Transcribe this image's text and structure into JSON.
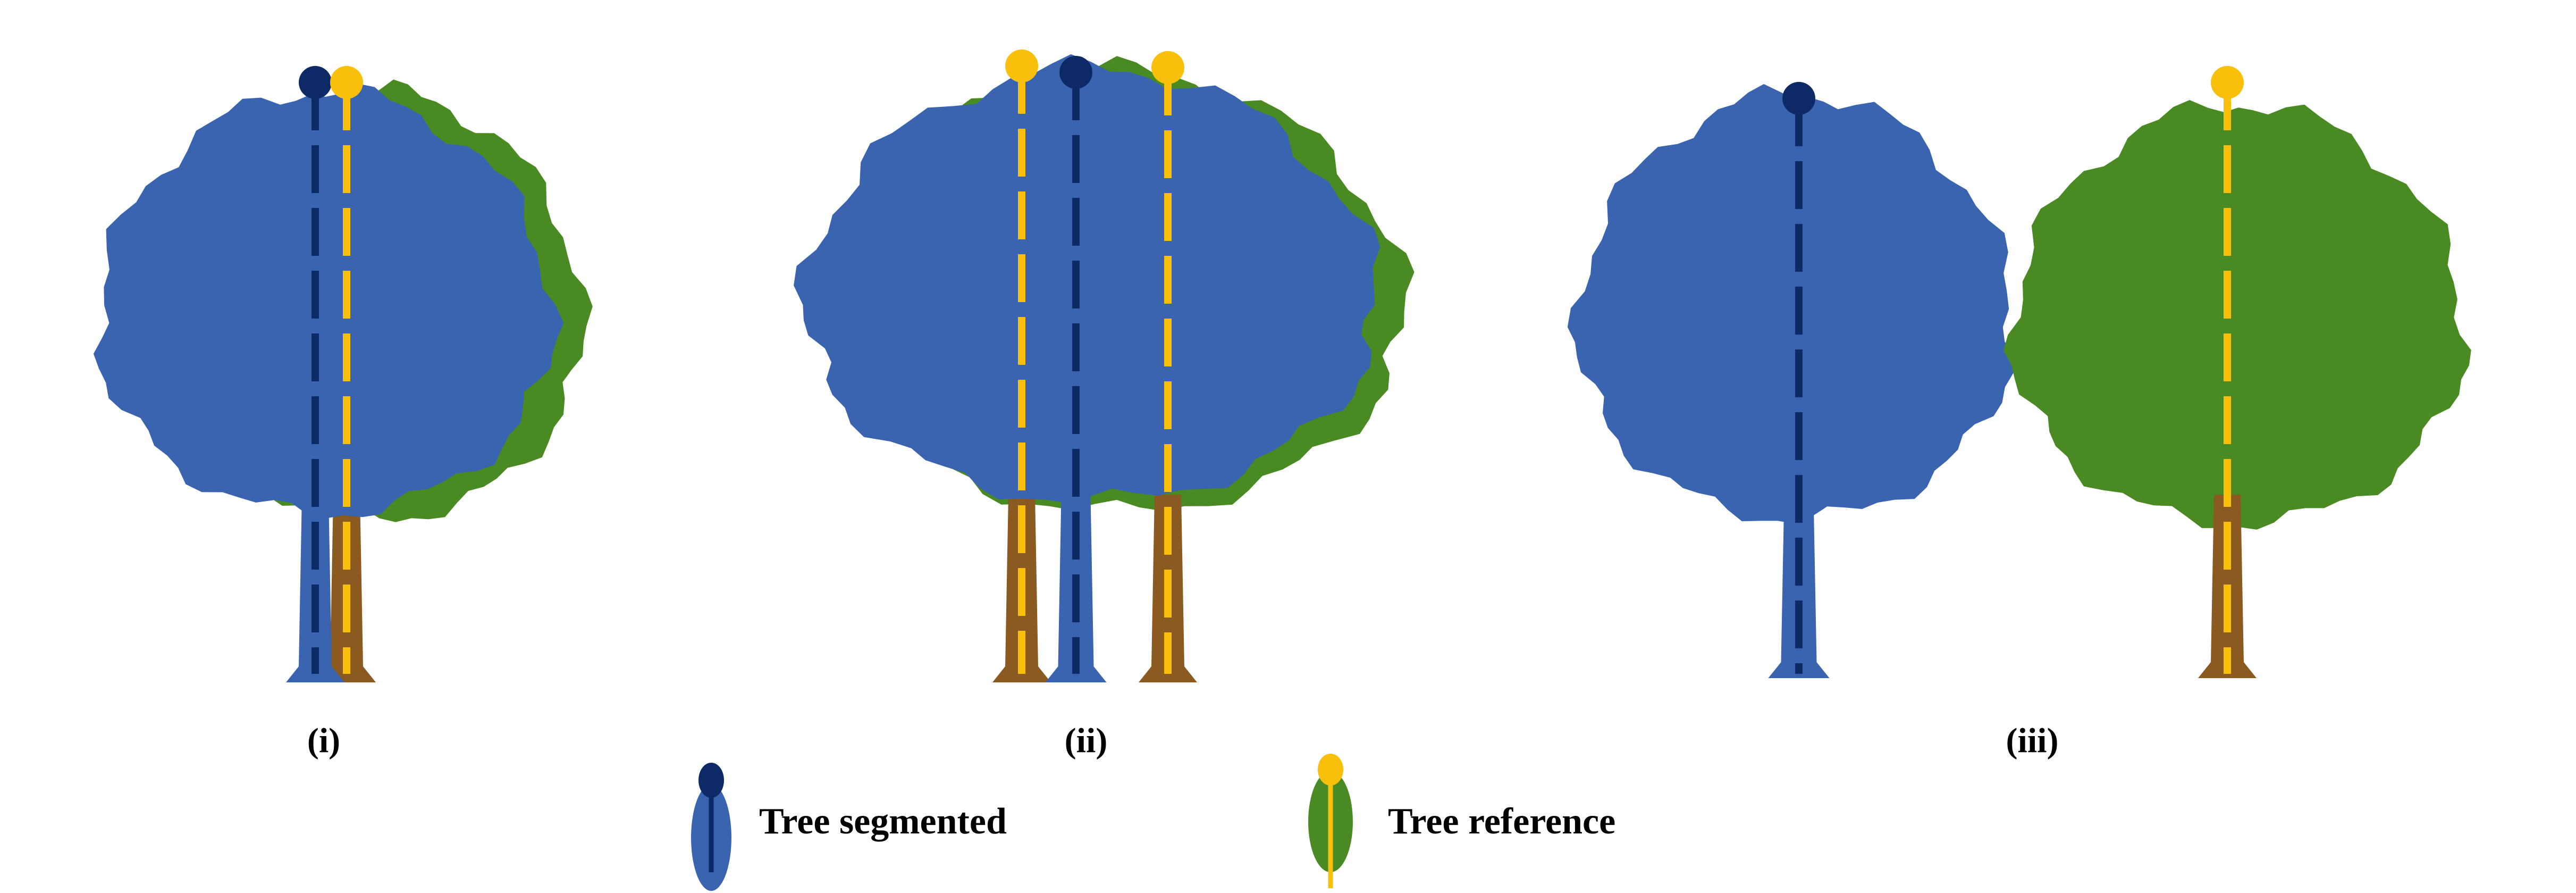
{
  "panels": [
    {
      "label": "(i)"
    },
    {
      "label": "(ii)"
    },
    {
      "label": "(iii)"
    }
  ],
  "legend": {
    "segmented": {
      "label": "Tree segmented",
      "icon": "navy-marker-blue-tree-icon"
    },
    "reference": {
      "label": "Tree reference",
      "icon": "yellow-marker-green-tree-icon"
    }
  },
  "colors": {
    "segmented_canopy": "#3a64b0",
    "segmented_marker": "#0d2a66",
    "reference_marker": "#f8bf0b",
    "reference_canopy": "#4a8a22",
    "trunk": "#8b5a20"
  }
}
